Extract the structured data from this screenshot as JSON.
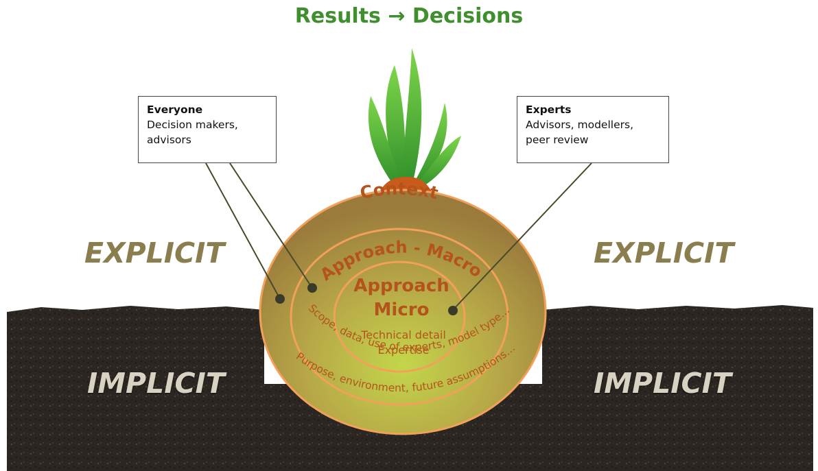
{
  "title": "Results → Decisions",
  "everyone_box": {
    "heading": "Everyone",
    "line1": "Decision makers,",
    "line2": "advisors"
  },
  "experts_box": {
    "heading": "Experts",
    "line1": "Advisors, modellers,",
    "line2": "peer review"
  },
  "labels": {
    "explicit_left": "EXPLICIT",
    "explicit_right": "EXPLICIT",
    "implicit_left": "IMPLICIT",
    "implicit_right": "IMPLICIT"
  },
  "onion": {
    "ring_context": "Context",
    "ring_macro": "Approach - Macro",
    "ring_micro_line1": "Approach",
    "ring_micro_line2": "Micro",
    "micro_detail_line1": "Technical detail",
    "micro_detail_line2": "Expertise",
    "macro_curved_text": "Scope, data, use of experts, model type…",
    "context_curved_text": "Purpose, environment, future assumptions…"
  },
  "colors": {
    "title_green": "#3f8f2e",
    "explicit_text": "#8a7d4e",
    "implicit_text": "#d8d2c2",
    "onion_text": "#b5531c",
    "ring_stroke": "#f2a05a",
    "soil": "#2b2622"
  }
}
